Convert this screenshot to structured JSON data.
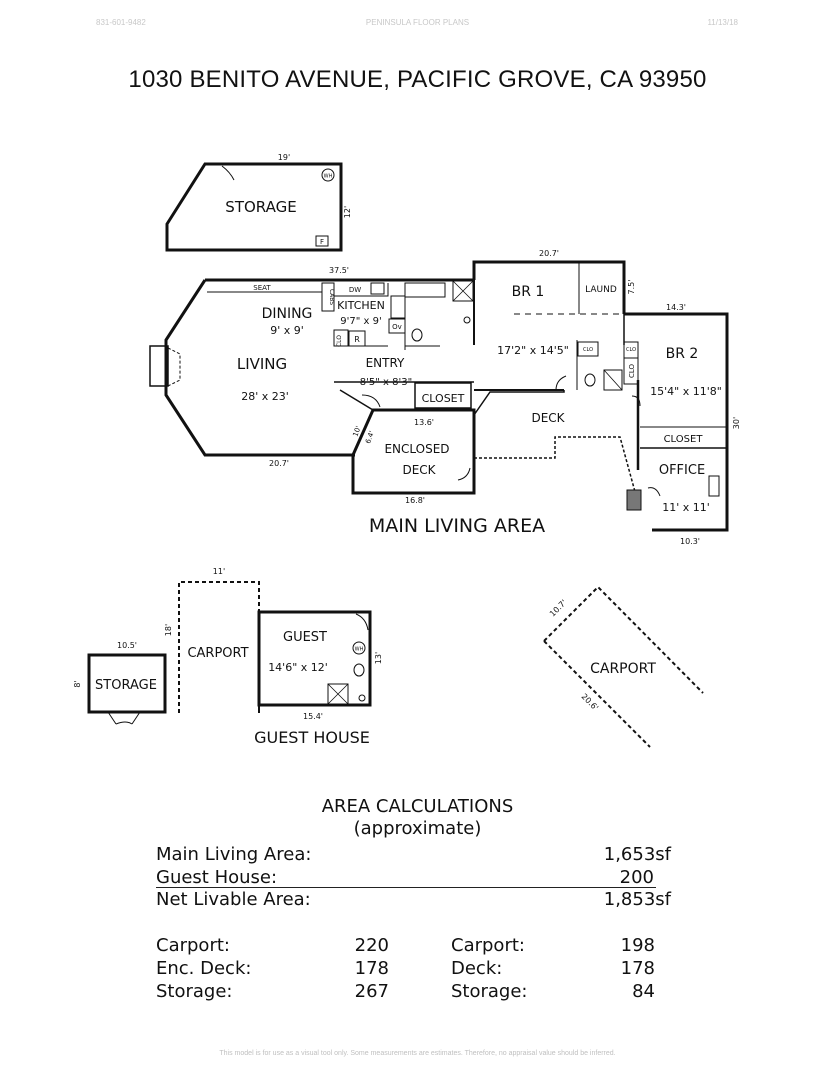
{
  "header": {
    "phone": "831-601-9482",
    "company": "PENINSULA FLOOR PLANS",
    "date": "11/13/18"
  },
  "title": "1030 BENITO AVENUE, PACIFIC GROVE, CA  93950",
  "storage_top": {
    "name": "STORAGE",
    "dim_width": "19'",
    "dim_height": "12'",
    "wh": "WH",
    "f": "F"
  },
  "main": {
    "dim_top": "37.5'",
    "dim_bottom": "20.7'",
    "seat": "SEAT",
    "cabs": "CABS",
    "dw": "DW",
    "r": "R",
    "ov": "Ov",
    "clo": "CLO",
    "dining": {
      "name": "DINING",
      "size": "9' x 9'"
    },
    "kitchen": {
      "name": "KITCHEN",
      "size": "9'7\" x 9'"
    },
    "living": {
      "name": "LIVING",
      "size": "28' x 23'"
    },
    "entry": {
      "name": "ENTRY",
      "size": "8'5\" x 8'3\""
    },
    "closet_entry": "CLOSET",
    "enclosed_deck": {
      "line1": "ENCLOSED",
      "line2": "DECK",
      "dim_top": "13.6'",
      "dim_bottom": "16.8'",
      "dim_side1": "10'",
      "dim_side2": "6.4'"
    },
    "br1": {
      "name": "BR 1",
      "size": "17'2\" x 14'5\"",
      "dim_top": "20.7'",
      "laund": "LAUND",
      "dim_side": "7.5'"
    },
    "br2": {
      "name": "BR 2",
      "size": "15'4\" x 11'8\"",
      "dim_top": "14.3'",
      "dim_side": "30'"
    },
    "deck": "DECK",
    "closet_office": "CLOSET",
    "office": {
      "name": "OFFICE",
      "size": "11' x 11'",
      "dim_bottom": "10.3'"
    },
    "section_label": "MAIN LIVING AREA"
  },
  "guest_house": {
    "carport": {
      "name": "CARPORT",
      "dim_top": "11'",
      "dim_side": "18'"
    },
    "guest": {
      "name": "GUEST",
      "size": "14'6\" x 12'",
      "dim_side": "13'",
      "dim_bottom": "15.4'",
      "wh": "WH"
    },
    "storage": {
      "name": "STORAGE",
      "dim_top": "10.5'",
      "dim_side": "8'"
    },
    "section_label": "GUEST HOUSE"
  },
  "carport_right": {
    "name": "CARPORT",
    "dim1": "10.7'",
    "dim2": "20.6'"
  },
  "area": {
    "title": "AREA CALCULATIONS",
    "subtitle": "(approximate)",
    "main_label": "Main Living Area:",
    "main_value": "1,653sf",
    "guest_label": "Guest House:",
    "guest_value": "200",
    "net_label": "Net Livable Area:",
    "net_value": "1,853sf",
    "left": [
      {
        "label": "Carport:",
        "value": "220"
      },
      {
        "label": "Enc. Deck:",
        "value": "178"
      },
      {
        "label": "Storage:",
        "value": "267"
      }
    ],
    "right": [
      {
        "label": "Carport:",
        "value": "198"
      },
      {
        "label": "Deck:",
        "value": "178"
      },
      {
        "label": "Storage:",
        "value": "84"
      }
    ]
  },
  "footer": "This model is for use as a visual tool only.  Some measurements are estimates.  Therefore, no appraisal value should be inferred."
}
